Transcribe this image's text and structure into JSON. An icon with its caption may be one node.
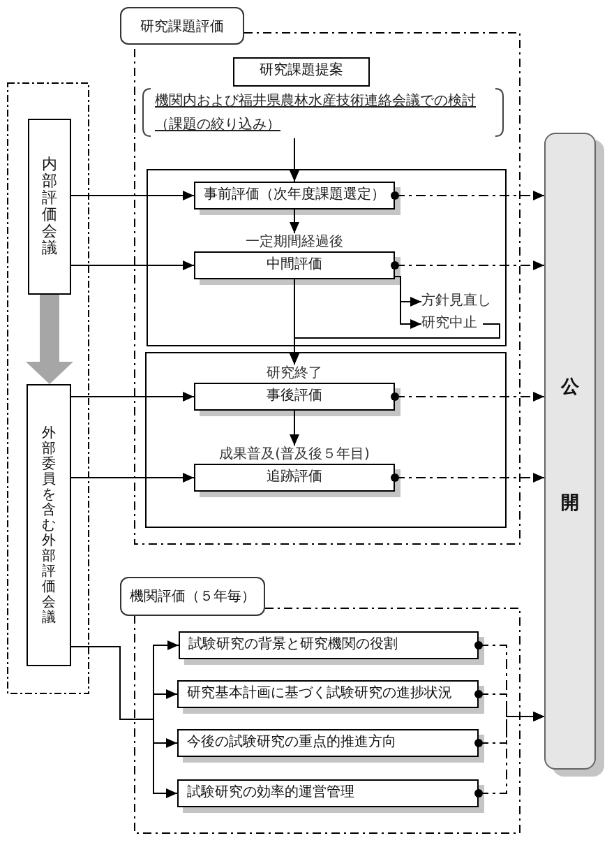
{
  "diagram": {
    "nodes": [
      {
        "text": [
          "研究課題評価"
        ]
      },
      {
        "text": [
          "研究課題提案"
        ],
        "in": 0
      },
      {
        "text": [
          "機関内および福井県農林水産技術連絡会議での検討",
          "（課題の絞り込み）"
        ],
        "in": 0
      },
      {
        "text": [],
        "shape": "box",
        "in": 0
      },
      {
        "text": [
          "事前評価（次年度課題選定）"
        ],
        "in": 3
      },
      {
        "text": [
          "中間評価"
        ],
        "in": 3,
        "beside": [
          "一定期間経過後"
        ]
      },
      {
        "text": [
          "方針見直し"
        ],
        "in": 3
      },
      {
        "text": [
          "研究中止"
        ],
        "in": 3
      },
      {
        "text": [],
        "shape": "box",
        "in": 0
      },
      {
        "text": [
          "事後評価"
        ],
        "in": 8,
        "beside": [
          "研究終了"
        ]
      },
      {
        "text": [
          "追跡評価"
        ],
        "in": 8,
        "beside": [
          "成果普及(普及後５年目)"
        ]
      },
      {
        "text": [],
        "shape": "box"
      },
      {
        "text": [
          "内部評価会議"
        ],
        "in": 11
      },
      {
        "text": [
          "外部委員を含む外部評価会議"
        ],
        "in": 11
      },
      {
        "text": [
          "公開"
        ]
      },
      {
        "text": [
          "機関評価（５年毎）"
        ]
      },
      {
        "text": [
          "試験研究の背景と研究機関の役割"
        ],
        "in": 15
      },
      {
        "text": [
          "研究基本計画に基づく試験研究の進捗状況"
        ],
        "in": 15
      },
      {
        "text": [
          "今後の試験研究の重点的推進方向"
        ],
        "in": 15
      },
      {
        "text": [
          "試験研究の効率的運営管理"
        ],
        "in": 15
      }
    ],
    "edges": [
      {
        "from": 2,
        "to": 4,
        "arrow": "to"
      },
      {
        "from": 4,
        "to": 5,
        "arrow": "to"
      },
      {
        "from": 5,
        "to": 6,
        "arrow": "to"
      },
      {
        "from": 5,
        "to": 7,
        "arrow": "to"
      },
      {
        "from": 5,
        "to": 9,
        "arrow": "to"
      },
      {
        "from": 7,
        "to": 9,
        "arrow": "to"
      },
      {
        "from": 9,
        "to": 10,
        "arrow": "to"
      },
      {
        "from": 12,
        "to": 4,
        "arrow": "to"
      },
      {
        "from": 12,
        "to": 5,
        "arrow": "to"
      },
      {
        "from": 13,
        "to": 9,
        "arrow": "to"
      },
      {
        "from": 13,
        "to": 10,
        "arrow": "to"
      },
      {
        "from": 13,
        "to": 16,
        "arrow": "to"
      },
      {
        "from": 13,
        "to": 17,
        "arrow": "to"
      },
      {
        "from": 13,
        "to": 18,
        "arrow": "to"
      },
      {
        "from": 13,
        "to": 19,
        "arrow": "to"
      },
      {
        "from": 4,
        "to": 14,
        "arrow": "to",
        "style": "dashed"
      },
      {
        "from": 5,
        "to": 14,
        "arrow": "to",
        "style": "dashed"
      },
      {
        "from": 9,
        "to": 14,
        "arrow": "to",
        "style": "dashed"
      },
      {
        "from": 10,
        "to": 14,
        "arrow": "to",
        "style": "dashed"
      },
      {
        "from": 16,
        "to": 14,
        "arrow": "to",
        "style": "dashed"
      },
      {
        "from": 17,
        "to": 14,
        "arrow": "to",
        "style": "dashed"
      },
      {
        "from": 18,
        "to": 14,
        "arrow": "to",
        "style": "dashed"
      },
      {
        "from": 19,
        "to": 14,
        "arrow": "to",
        "style": "dashed"
      },
      {
        "from": 12,
        "to": 13,
        "arrow": "to",
        "style": "thick",
        "color": "#a6a6a6"
      }
    ]
  }
}
